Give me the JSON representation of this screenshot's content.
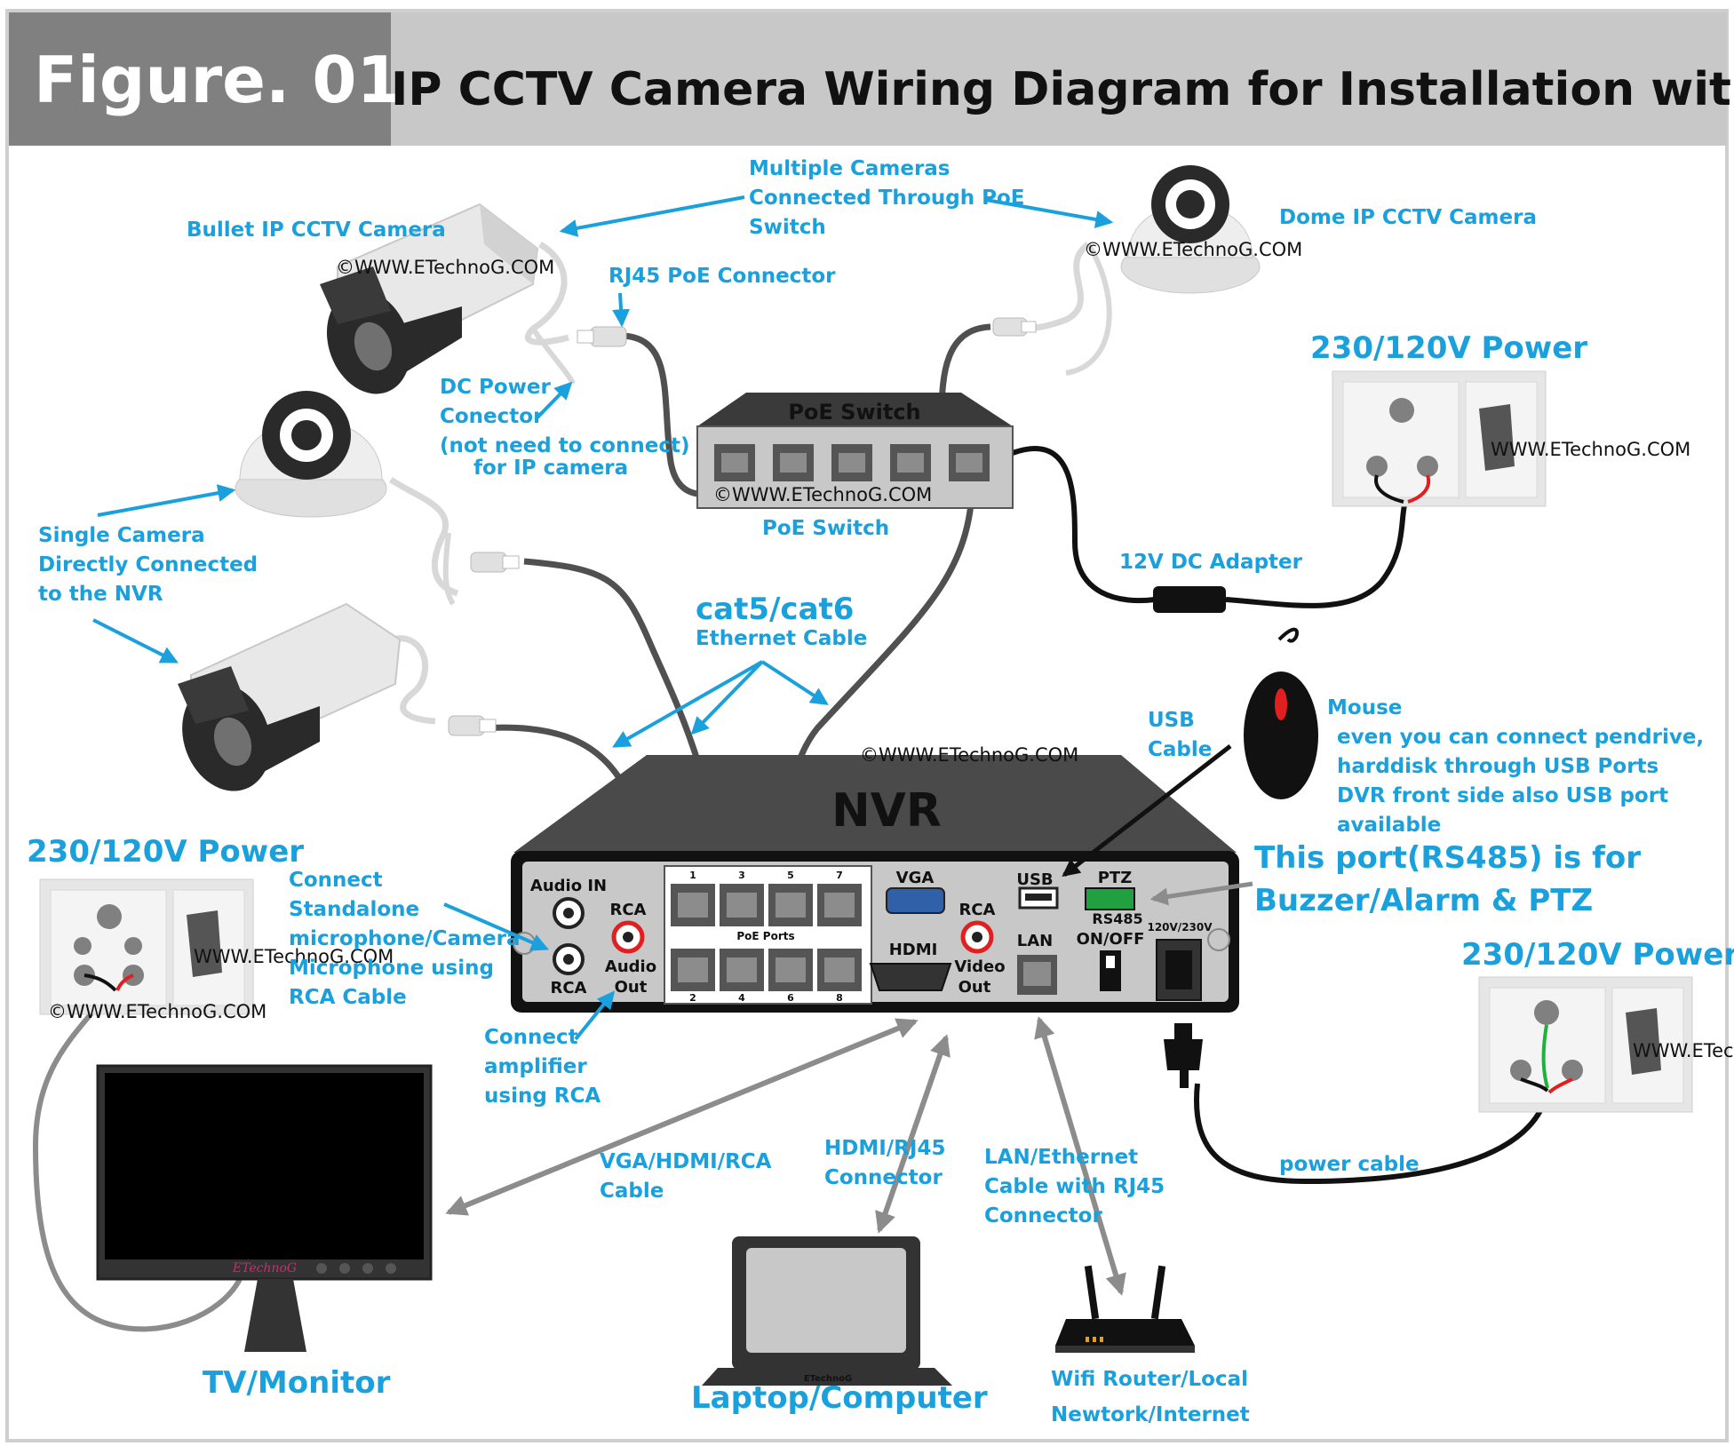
{
  "header": {
    "figure_label": "Figure. 01",
    "title": "IP CCTV Camera Wiring Diagram for Installation with NVR"
  },
  "labels": {
    "bullet_camera": "Bullet IP CCTV Camera",
    "multiple_cameras": [
      "Multiple Cameras",
      "Connected Through PoE",
      "Switch"
    ],
    "dome_camera": "Dome IP CCTV Camera",
    "rj45_poe": "RJ45 PoE Connector",
    "dc_power": [
      "DC Power",
      "Conector",
      "(not need to connect)",
      "for IP camera"
    ],
    "poe_switch_caption": "PoE Switch",
    "single_camera": [
      "Single Camera",
      "Directly Connected",
      "to the NVR"
    ],
    "cat_cable": "cat5/cat6",
    "ethernet_cable": "Ethernet Cable",
    "dc_adapter": "12V DC Adapter",
    "usb_cable": [
      "USB",
      "Cable"
    ],
    "mouse": [
      "Mouse",
      "even you can connect pendrive,",
      "harddisk through USB Ports",
      "DVR front side also USB port",
      "available"
    ],
    "rs485": [
      "This port(RS485) is for",
      "Buzzer/Alarm & PTZ"
    ],
    "power_top_right": "230/120V Power",
    "power_left": "230/120V Power",
    "power_right": "230/120V Power",
    "microphone": [
      "Connect",
      "Standalone",
      "microphone/Camera",
      "Microphone using",
      "RCA Cable"
    ],
    "amplifier": [
      "Connect",
      "amplifier",
      "using RCA"
    ],
    "vga_cable": [
      "VGA/HDMI/RCA",
      "Cable"
    ],
    "hdmi_connector": [
      "HDMI/RJ45",
      "Connector"
    ],
    "lan_cable": [
      "LAN/Ethernet",
      "Cable with RJ45",
      "Connector"
    ],
    "power_cable": "power cable",
    "tv": "TV/Monitor",
    "laptop": "Laptop/Computer",
    "router": [
      "Wifi Router/Local",
      "Newtork/Internet"
    ]
  },
  "watermarks": {
    "text": "©WWW.ETechnoG.COM",
    "small": "WWW.ETechnoG.COM"
  },
  "devices": {
    "poe_switch_name": "PoE Switch",
    "nvr_name": "NVR",
    "tv_brand": "ETechnoG",
    "laptop_brand": "ETechnoG",
    "nvr_ports": {
      "audio_in": "Audio IN",
      "rca_left": "RCA",
      "rca_audio": "RCA",
      "audio_out": [
        "Audio",
        "Out"
      ],
      "port_numbers_top": [
        "1",
        "3",
        "5",
        "7"
      ],
      "port_numbers_bottom": [
        "2",
        "4",
        "6",
        "8"
      ],
      "poe_ports": "PoE Ports",
      "vga": "VGA",
      "hdmi": "HDMI",
      "rca_video": "RCA",
      "video_out": [
        "Video",
        "Out"
      ],
      "usb": "USB",
      "lan": "LAN",
      "ptz": "PTZ",
      "rs485": "RS485",
      "on_off": "ON/OFF",
      "voltage": "120V/230V"
    }
  },
  "colors": {
    "label_blue": "#1aa0dc",
    "header_dark": "#808080",
    "header_light": "#c8c8c8",
    "nvr_body": "#4a4a4a",
    "panel_grey": "#c8c8c8",
    "cable_dark": "#555555",
    "wire_red": "#e02020",
    "wire_green": "#20b040"
  }
}
